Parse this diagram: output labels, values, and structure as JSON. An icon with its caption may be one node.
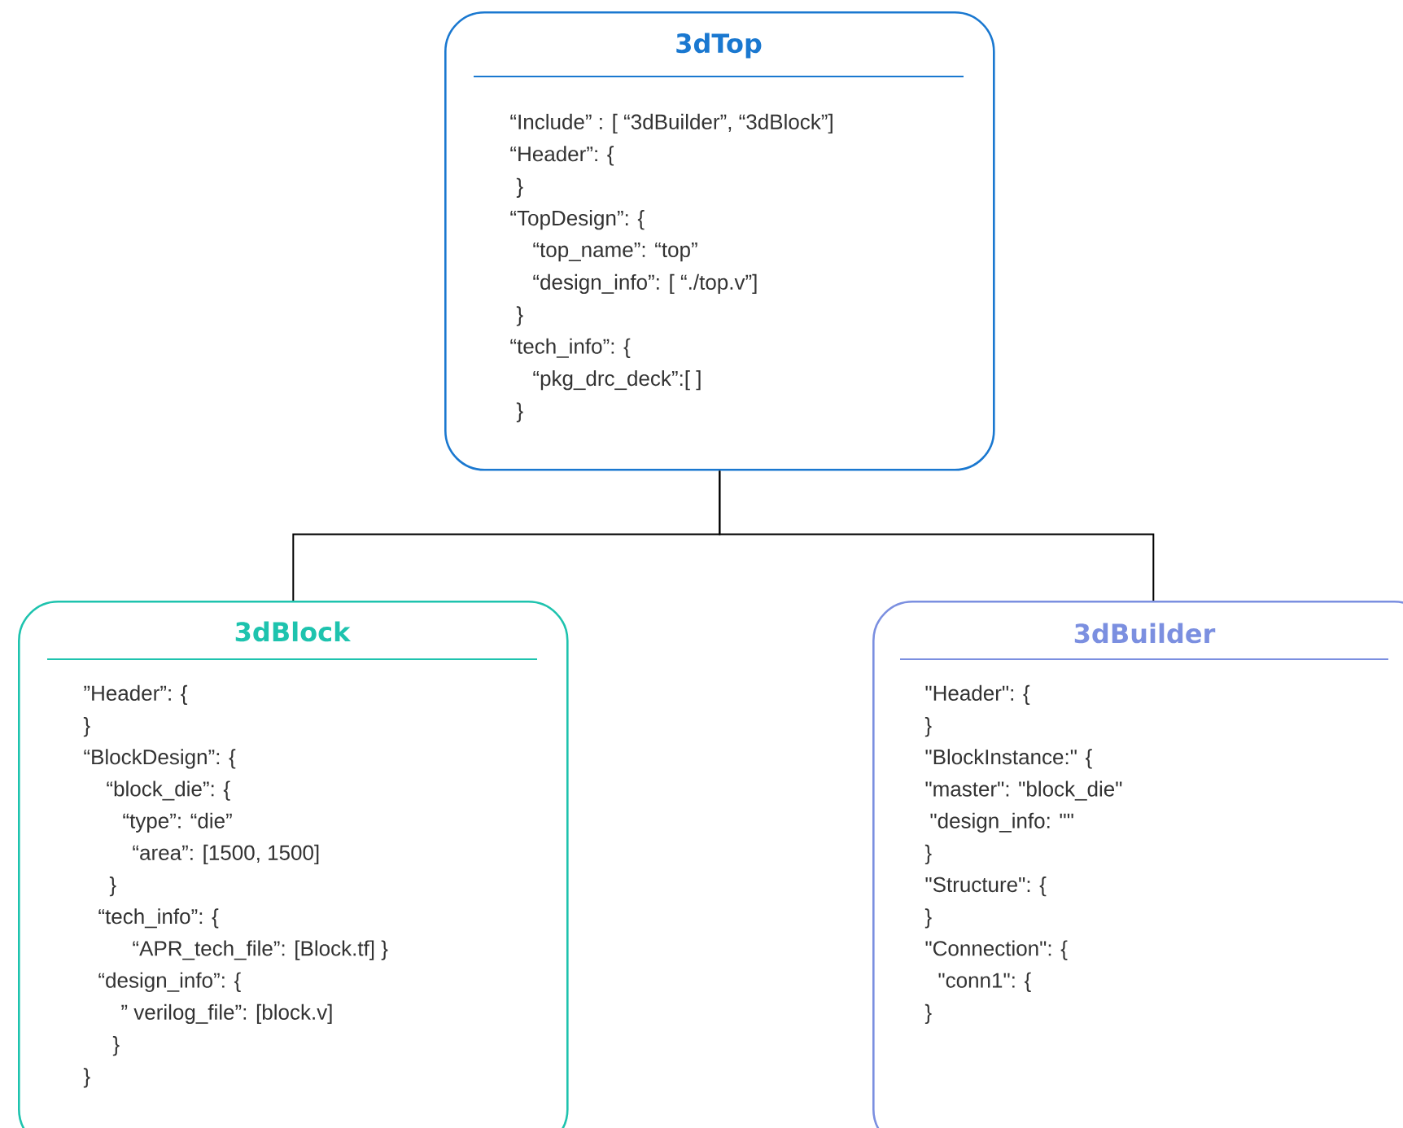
{
  "diagram": {
    "nodes": [
      {
        "text": [
          "3dTop",
          "“Include” : [ “3dBuilder”, “3dBlock”]",
          "“Header”: {",
          "}",
          "“TopDesign”: {",
          "“top_name”: “top”",
          "“design_info”: [ “./top.v”]",
          "}",
          "“tech_info”: {",
          "“pkg_drc_deck”:[ ]",
          "}"
        ]
      },
      {
        "text": [
          "3dBlock",
          "”Header”: {",
          "}",
          "“BlockDesign”: {",
          "“block_die”: {",
          "“type”: “die”",
          "“area”: [1500, 1500]",
          "}",
          "“tech_info”: {",
          "“APR_tech_file”: [Block.tf]   }",
          "“design_info”: {",
          "” verilog_file”: [block.v]",
          "}",
          "}"
        ]
      },
      {
        "text": [
          "3dBuilder",
          "\"Header\": {",
          "}",
          "\"BlockInstance:\" {",
          "\"master\": \"block_die\"",
          "\"design_info: \"\"",
          "}",
          "\"Structure\": {",
          "}",
          "\"Connection\": {",
          "\"conn1\": {",
          "}"
        ]
      }
    ],
    "edges": [
      {
        "from": 0,
        "to": 1,
        "arrow": "none"
      },
      {
        "from": 0,
        "to": 2,
        "arrow": "none"
      }
    ]
  }
}
